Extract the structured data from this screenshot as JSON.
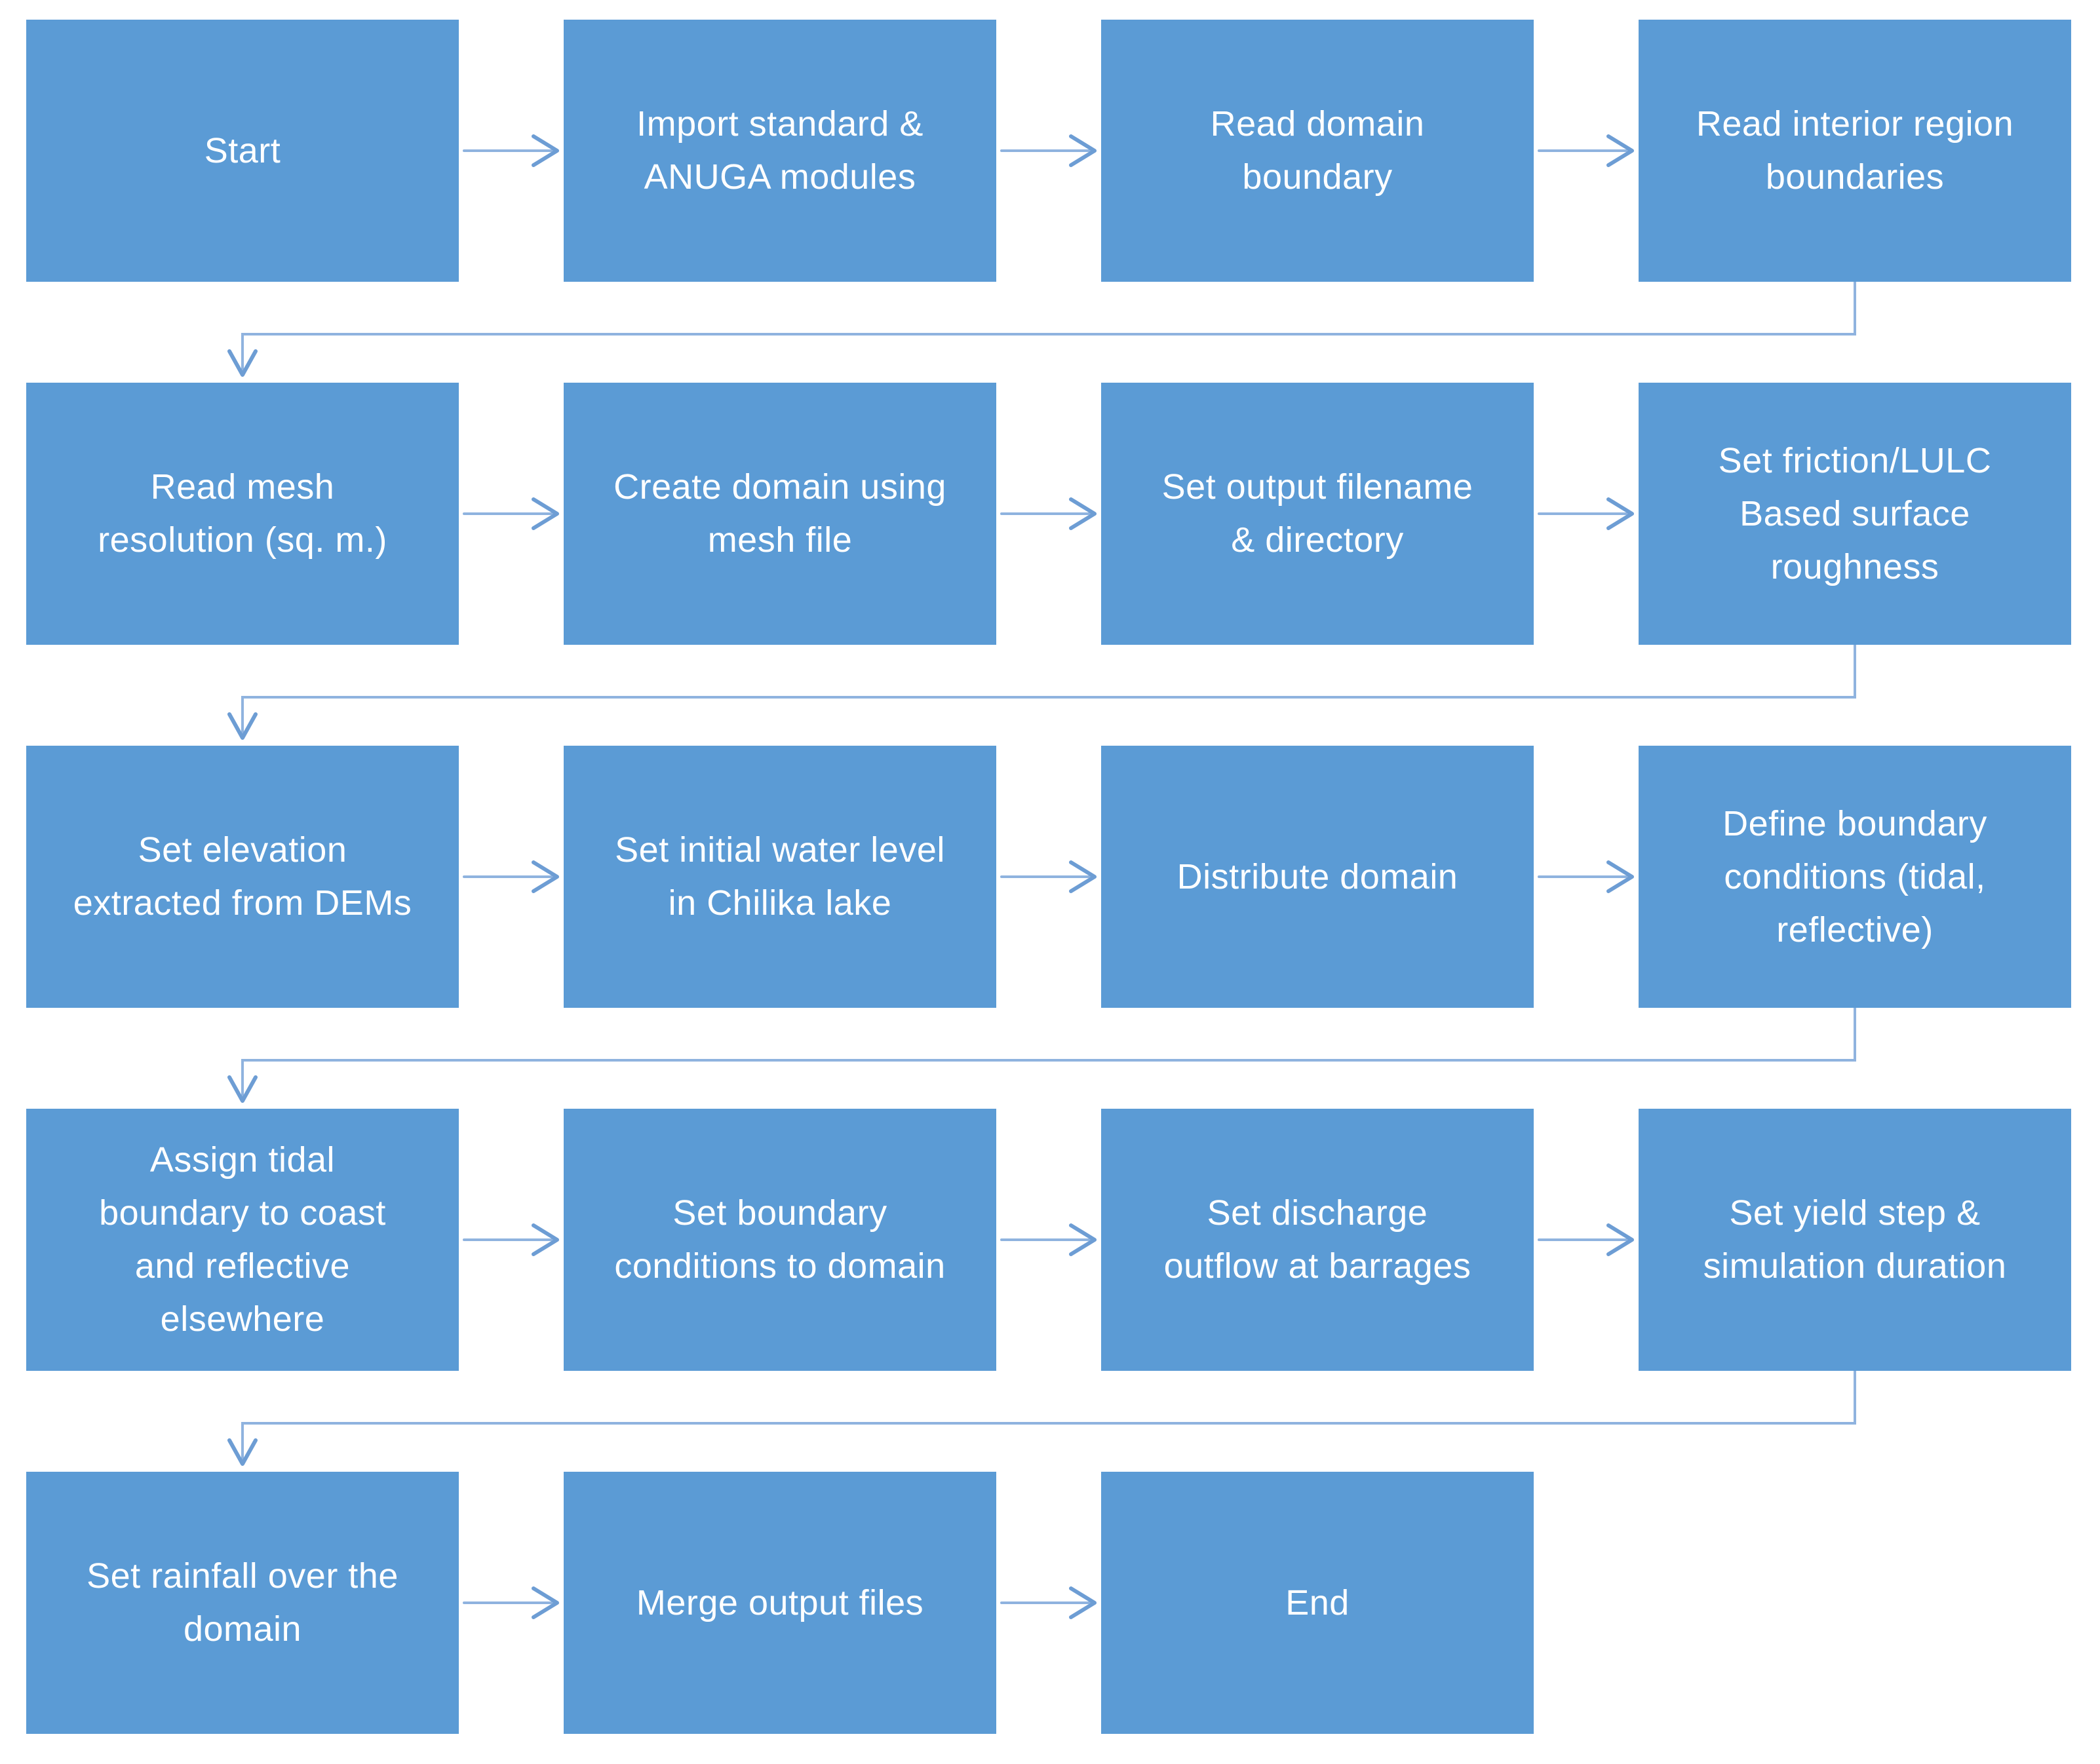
{
  "diagram": {
    "type": "flowchart",
    "colors": {
      "background": "#FFFFFF",
      "node_fill": "#5B9BD5",
      "node_text": "#FFFFFF",
      "connector_line": "#8FB3DF",
      "connector_head": "#6D9DD4"
    },
    "nodes": [
      {
        "id": "start",
        "label": "Start",
        "row": 1,
        "col": 1
      },
      {
        "id": "import-modules",
        "label": "Import standard &\nANUGA modules",
        "row": 1,
        "col": 2
      },
      {
        "id": "read-domain-boundary",
        "label": "Read domain\nboundary",
        "row": 1,
        "col": 3
      },
      {
        "id": "read-interior-boundaries",
        "label": "Read interior region\nboundaries",
        "row": 1,
        "col": 4
      },
      {
        "id": "read-mesh-resolution",
        "label": "Read mesh\nresolution (sq. m.)",
        "row": 2,
        "col": 1
      },
      {
        "id": "create-domain",
        "label": "Create domain using\nmesh file",
        "row": 2,
        "col": 2
      },
      {
        "id": "set-output-filename",
        "label": "Set output filename\n& directory",
        "row": 2,
        "col": 3
      },
      {
        "id": "set-friction",
        "label": "Set friction/LULC\nBased surface\nroughness",
        "row": 2,
        "col": 4
      },
      {
        "id": "set-elevation",
        "label": "Set elevation\nextracted from DEMs",
        "row": 3,
        "col": 1
      },
      {
        "id": "set-initial-water-level",
        "label": "Set initial water level\nin Chilika lake",
        "row": 3,
        "col": 2
      },
      {
        "id": "distribute-domain",
        "label": "Distribute domain",
        "row": 3,
        "col": 3
      },
      {
        "id": "define-boundary-conditions",
        "label": "Define boundary\nconditions (tidal,\nreflective)",
        "row": 3,
        "col": 4
      },
      {
        "id": "assign-tidal-boundary",
        "label": "Assign tidal\nboundary to coast\nand reflective\nelsewhere",
        "row": 4,
        "col": 1
      },
      {
        "id": "set-boundary-conditions",
        "label": "Set boundary\nconditions to domain",
        "row": 4,
        "col": 2
      },
      {
        "id": "set-discharge-outflow",
        "label": "Set discharge\noutflow at barrages",
        "row": 4,
        "col": 3
      },
      {
        "id": "set-yield-step",
        "label": "Set yield step &\nsimulation duration",
        "row": 4,
        "col": 4
      },
      {
        "id": "set-rainfall",
        "label": "Set rainfall over the\ndomain",
        "row": 5,
        "col": 1
      },
      {
        "id": "merge-output-files",
        "label": "Merge output files",
        "row": 5,
        "col": 2
      },
      {
        "id": "end",
        "label": "End",
        "row": 5,
        "col": 3
      }
    ],
    "flow": [
      [
        "start",
        "import-modules"
      ],
      [
        "import-modules",
        "read-domain-boundary"
      ],
      [
        "read-domain-boundary",
        "read-interior-boundaries"
      ],
      [
        "read-interior-boundaries",
        "read-mesh-resolution"
      ],
      [
        "read-mesh-resolution",
        "create-domain"
      ],
      [
        "create-domain",
        "set-output-filename"
      ],
      [
        "set-output-filename",
        "set-friction"
      ],
      [
        "set-friction",
        "set-elevation"
      ],
      [
        "set-elevation",
        "set-initial-water-level"
      ],
      [
        "set-initial-water-level",
        "distribute-domain"
      ],
      [
        "distribute-domain",
        "define-boundary-conditions"
      ],
      [
        "define-boundary-conditions",
        "assign-tidal-boundary"
      ],
      [
        "assign-tidal-boundary",
        "set-boundary-conditions"
      ],
      [
        "set-boundary-conditions",
        "set-discharge-outflow"
      ],
      [
        "set-discharge-outflow",
        "set-yield-step"
      ],
      [
        "set-yield-step",
        "set-rainfall"
      ],
      [
        "set-rainfall",
        "merge-output-files"
      ],
      [
        "merge-output-files",
        "end"
      ]
    ]
  }
}
